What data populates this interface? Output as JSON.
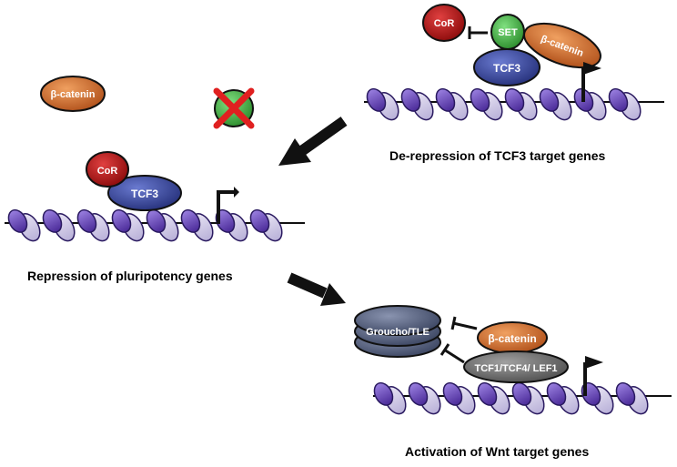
{
  "captions": {
    "derepression": "De-repression of TCF3 target genes",
    "repression": "Repression of pluripotency genes",
    "activation": "Activation of Wnt target genes"
  },
  "labels": {
    "beta_catenin": "β-catenin",
    "cor": "CoR",
    "set": "SET",
    "tcf3": "TCF3",
    "groucho": "Groucho/TLE",
    "tcf_lef": "TCF1/TCF4/ LEF1"
  },
  "colors": {
    "beta_catenin": "#c8641e",
    "cor": "#b01818",
    "set": "#3ca83c",
    "tcf3": "#3a4aa0",
    "groucho": "#4a5470",
    "tcf_lef": "#707070",
    "nucleosome": "#6a4ab8",
    "x_mark": "#e02020"
  }
}
